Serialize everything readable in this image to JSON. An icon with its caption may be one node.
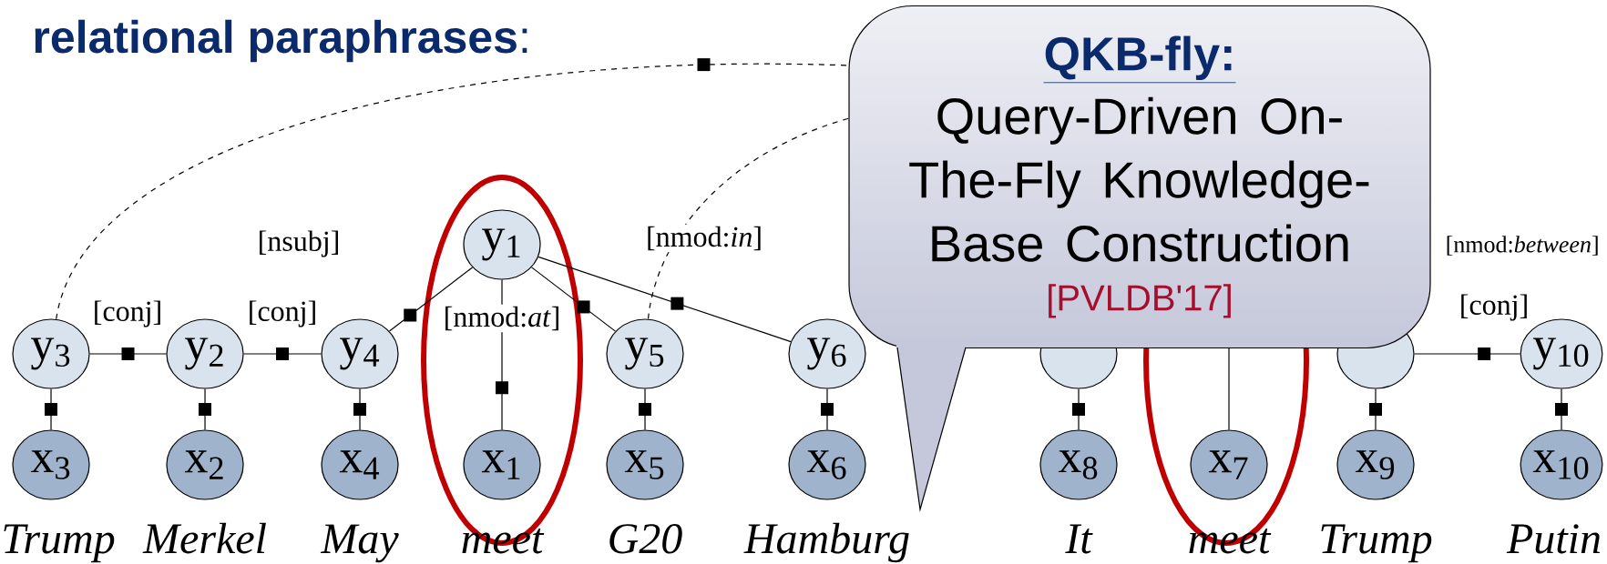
{
  "diagram": {
    "title": "**relational paraphrases**:",
    "nodes": [
      {
        "text": [
          "QKB-fly:",
          "Query-Driven On-The-Fly Knowledge-Base Construction",
          "[PVLDB'17]"
        ]
      },
      {
        "text": [
          "y$_{1}$"
        ]
      },
      {
        "text": [
          "y$_{3}$"
        ]
      },
      {
        "text": [
          "y$_{2}$"
        ]
      },
      {
        "text": [
          "y$_{4}$"
        ]
      },
      {
        "text": [
          "y$_{5}$"
        ]
      },
      {
        "text": [
          "y$_{6}$"
        ]
      },
      {
        "text": [],
        "shape": "circle"
      },
      {
        "text": [],
        "shape": "circle"
      },
      {
        "text": [
          "y$_{10}$"
        ]
      },
      {
        "text": [
          "x$_{3}$"
        ]
      },
      {
        "text": [
          "x$_{2}$"
        ]
      },
      {
        "text": [
          "x$_{4}$"
        ]
      },
      {
        "text": [
          "x$_{1}$"
        ]
      },
      {
        "text": [
          "x$_{5}$"
        ]
      },
      {
        "text": [
          "x$_{6}$"
        ]
      },
      {
        "text": [
          "x$_{8}$"
        ]
      },
      {
        "text": [
          "x$_{7}$"
        ]
      },
      {
        "text": [
          "x$_{9}$"
        ]
      },
      {
        "text": [
          "x$_{10}$"
        ]
      }
    ],
    "edges": [
      {
        "from": 2,
        "to": 0,
        "arrow": "none",
        "style": "dashed"
      },
      {
        "from": 5,
        "to": 0,
        "arrow": "none",
        "style": "dashed"
      },
      {
        "from": 1,
        "to": 4,
        "arrow": "none",
        "label": "[nsubj]"
      },
      {
        "from": 2,
        "to": 3,
        "arrow": "none",
        "label": "[conj]"
      },
      {
        "from": 3,
        "to": 4,
        "arrow": "none",
        "label": "[conj]"
      },
      {
        "from": 1,
        "to": 13,
        "arrow": "none",
        "label": "[nmod:*at*]"
      },
      {
        "from": 1,
        "to": 5,
        "arrow": "none"
      },
      {
        "from": 1,
        "to": 6,
        "arrow": "none",
        "label": "[nmod:*in*]"
      },
      {
        "from": 8,
        "to": 9,
        "arrow": "none",
        "label": "[conj]"
      },
      {
        "from": 2,
        "to": 10,
        "arrow": "none"
      },
      {
        "from": 3,
        "to": 11,
        "arrow": "none"
      },
      {
        "from": 4,
        "to": 12,
        "arrow": "none"
      },
      {
        "from": 5,
        "to": 14,
        "arrow": "none"
      },
      {
        "from": 6,
        "to": 15,
        "arrow": "none"
      },
      {
        "from": 7,
        "to": 16,
        "arrow": "none"
      },
      {
        "from": 8,
        "to": 18,
        "arrow": "none"
      },
      {
        "from": 9,
        "to": 19,
        "arrow": "none"
      },
      {
        "from": 17,
        "to": 0,
        "arrow": "none"
      }
    ],
    "labels": [
      "Trump",
      "Merkel",
      "May",
      "meet",
      "G20",
      "Hamburg",
      "It",
      "meet",
      "Trump",
      "Putin",
      "[nmod:*between*]"
    ]
  }
}
